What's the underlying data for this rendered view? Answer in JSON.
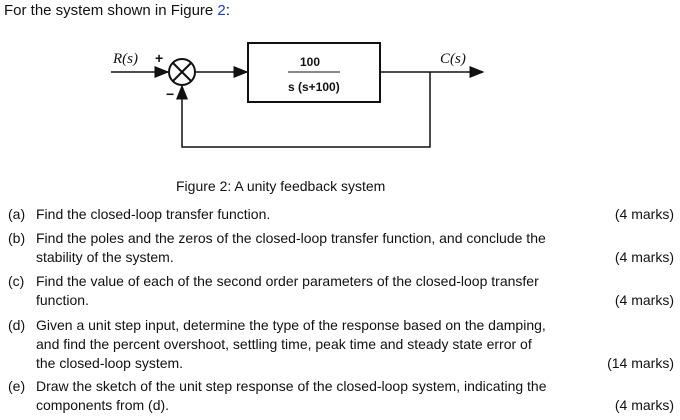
{
  "intro": {
    "text": "For the system shown in Figure ",
    "fig_num": "2",
    "colon": ":"
  },
  "diagram": {
    "input_label": "R(s)",
    "output_label": "C(s)",
    "plus_sign": "+",
    "minus_sign": "−",
    "numerator": "100",
    "denominator": "s (s+100)",
    "caption": "Figure 2: A unity feedback system"
  },
  "questions": [
    {
      "label": "(a)",
      "lines": [
        "Find the closed-loop transfer function."
      ],
      "marks": "(4 marks)"
    },
    {
      "label": "(b)",
      "lines": [
        "Find the poles and the zeros of the closed-loop transfer function, and conclude the",
        "stability of the system."
      ],
      "marks": "(4 marks)"
    },
    {
      "label": "(c)",
      "lines": [
        "Find the value of each of the second order parameters of the closed-loop transfer",
        "function."
      ],
      "marks": "(4 marks)"
    },
    {
      "label": "(d)",
      "lines": [
        "Given a unit step input, determine the type of the response based on the damping,",
        "and find the percent overshoot, settling time, peak time and steady state error of",
        "the closed-loop system."
      ],
      "marks": "(14 marks)"
    },
    {
      "label": "(e)",
      "lines": [
        "Draw the sketch of the unit step response of the closed-loop system, indicating the",
        "components from (d)."
      ],
      "marks": "(4 marks)"
    }
  ]
}
